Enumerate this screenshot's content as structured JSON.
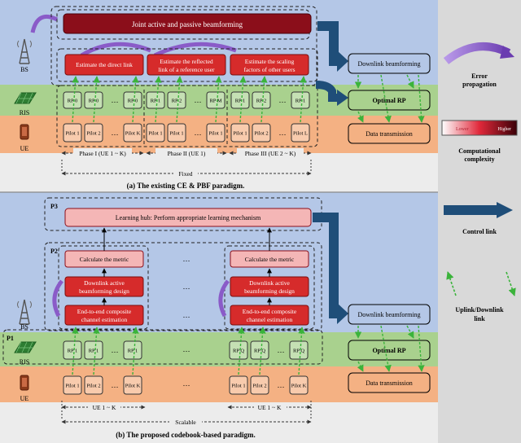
{
  "top": {
    "joint_title": "Joint active and passive beamforming",
    "tasks": [
      "Estimate the direct link",
      "Estimate the reflected link of a reference user",
      "Estimate the scaling factors of other users"
    ],
    "side": [
      "Downlink beamforming",
      "Optimal RP",
      "Data transmission"
    ],
    "rp_row": [
      "RP 0",
      "RP 0",
      "…",
      "RP 0",
      "RP 1",
      "RP 2",
      "…",
      "RP M",
      "RP 1",
      "RP 2",
      "…",
      "RP 1"
    ],
    "pilot_row": [
      "Pilot 1",
      "Pilot 2",
      "…",
      "Pilot K",
      "Pilot 1",
      "Pilot 1",
      "…",
      "Pilot 1",
      "Pilot 1",
      "Pilot 2",
      "…",
      "Pilot L"
    ],
    "phases": [
      "Phase I (UE 1 ~ K)",
      "Phase II (UE 1)",
      "Phase III (UE 2 ~ K)"
    ],
    "fixed": "Fixed",
    "caption": "(a) The existing CE & PBF paradigm."
  },
  "bottom": {
    "p3": "P3",
    "p2": "P2",
    "p1": "P1",
    "hub": "Learning hub: Perform appropriate learning mechanism",
    "metric": "Calculate the metric",
    "design": "Downlink active beamforming design",
    "estimation": "End-to-end composite channel estimation",
    "dots": "…",
    "side": [
      "Downlink beamforming",
      "Optimal RP",
      "Data transmission"
    ],
    "rp_left": [
      "RP 1",
      "RP 1",
      "…",
      "RP 1"
    ],
    "rp_right": [
      "RP Q",
      "RP Q",
      "…",
      "RP Q"
    ],
    "pilot_row": [
      "Pilot 1",
      "Pilot 2",
      "…",
      "Pilot K"
    ],
    "ue_range": "UE 1 ~ K",
    "scalable": "Scalable",
    "caption": "(b) The proposed codebook-based paradigm."
  },
  "labels": {
    "bs": "BS",
    "ris": "RIS",
    "ue": "UE"
  },
  "legend": {
    "error": "Error propagation",
    "lower": "Lower",
    "higher": "Higher",
    "complexity": "Computational complexity",
    "control": "Control link",
    "uplink": "Uplink/Downlink link"
  },
  "colors": {
    "bs_band": "#b4c7e7",
    "ris_band": "#a9d18e",
    "ue_band": "#f4b183",
    "gray_band": "#ececec",
    "legend_bg": "#d9d9d9",
    "dark_red": "#8b0e1a",
    "red": "#d62b2b",
    "pink": "#f4b6b6",
    "navy": "#1f4e79",
    "arrow_green": "#3bb33b",
    "purple": "#8a5bc8"
  }
}
